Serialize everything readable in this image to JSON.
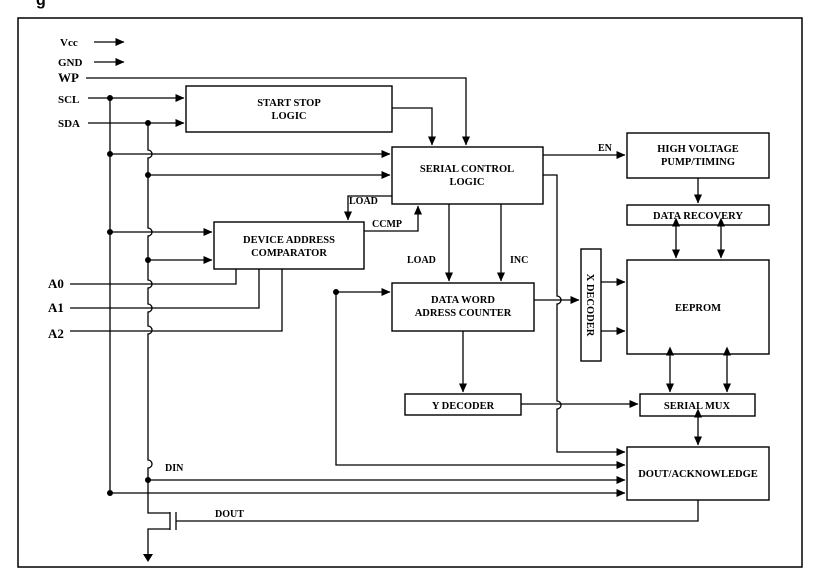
{
  "diagram": {
    "title_fragment": "g",
    "pins": {
      "vcc": "Vcc",
      "gnd": "GND",
      "wp": "WP",
      "scl": "SCL",
      "sda": "SDA",
      "a0": "A0",
      "a1": "A1",
      "a2": "A2"
    },
    "blocks": {
      "start_stop_1": "START STOP",
      "start_stop_2": "LOGIC",
      "serial_control_1": "SERIAL CONTROL",
      "serial_control_2": "LOGIC",
      "device_address_1": "DEVICE ADDRESS",
      "device_address_2": "COMPARATOR",
      "data_word_1": "DATA WORD",
      "data_word_2": "ADRESS COUNTER",
      "high_voltage_1": "HIGH VOLTAGE",
      "high_voltage_2": "PUMP/TIMING",
      "data_recovery": "DATA RECOVERY",
      "eeprom": "EEPROM",
      "x_decoder": "X DECODER",
      "y_decoder": "Y DECODER",
      "serial_mux": "SERIAL MUX",
      "dout_ack": "DOUT/ACKNOWLEDGE"
    },
    "signals": {
      "en": "EN",
      "load_top": "LOAD",
      "ccmp": "CCMP",
      "load_mid": "LOAD",
      "inc": "INC",
      "din": "DIN",
      "dout": "DOUT"
    }
  }
}
